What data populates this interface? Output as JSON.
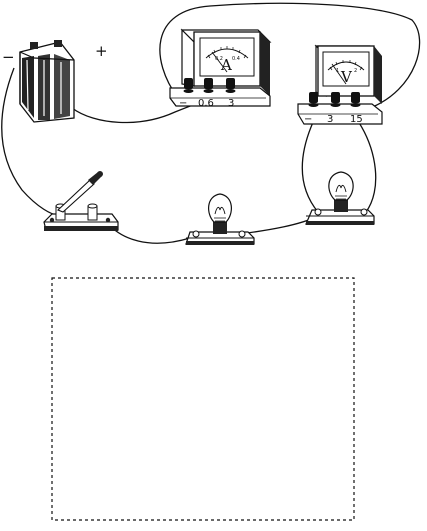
{
  "battery": {
    "negative_sign": "−",
    "positive_sign": "+"
  },
  "ammeter": {
    "letter": "A",
    "terminal_labels": [
      "−",
      "0.6",
      "3"
    ],
    "scale_labels": [
      "0.2",
      "0.4"
    ]
  },
  "voltmeter": {
    "letter": "V",
    "terminal_labels": [
      "−",
      "3",
      "15"
    ],
    "scale_labels": [
      "1",
      "2"
    ]
  },
  "components": [
    "battery",
    "ammeter",
    "voltmeter",
    "switch",
    "bulb",
    "bulb"
  ],
  "answer_box": {
    "style": "dashed",
    "text": ""
  }
}
